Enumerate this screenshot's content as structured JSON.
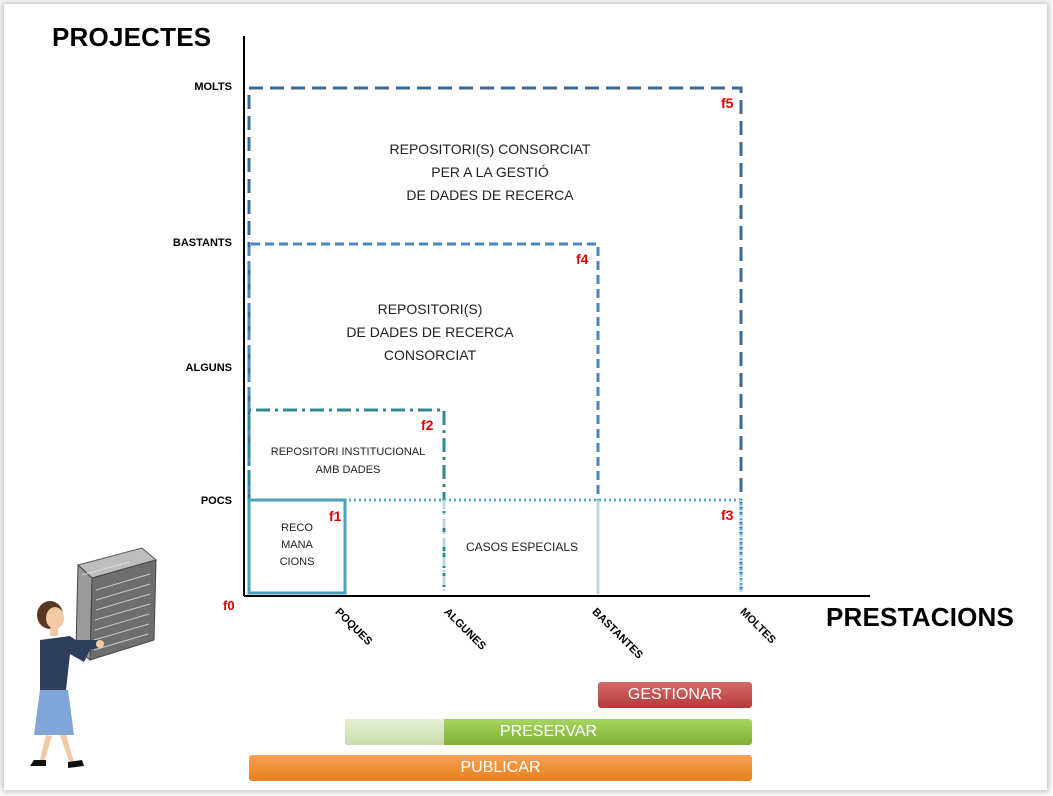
{
  "axes": {
    "y_title": "PROJECTES",
    "x_title": "PRESTACIONS",
    "origin": "f0",
    "y_ticks": [
      "MOLTS",
      "BASTANTS",
      "ALGUNS",
      "POCS"
    ],
    "x_ticks": [
      "POQUES",
      "ALGUNES",
      "BASTANTES",
      "MOLTES"
    ]
  },
  "frames": {
    "f1": "f1",
    "f2": "f2",
    "f3": "f3",
    "f4": "f4",
    "f5": "f5"
  },
  "regions": {
    "f5": "REPOSITORI(S) CONSORCIAT\nPER A LA GESTIÓ\nDE DADES DE RECERCA",
    "f4": "REPOSITORI(S)\nDE DADES DE RECERCA\nCONSORCIAT",
    "f2": "REPOSITORI INSTITUCIONAL\nAMB DADES",
    "f1": "RECO\nMANA\nCIONS",
    "f3": "CASOS ESPECIALS"
  },
  "bars": {
    "gestionar": "GESTIONAR",
    "preservar": "PRESERVAR",
    "publicar": "PUBLICAR"
  },
  "colors": {
    "f5": "#3b6a94",
    "f4": "#4f86c0",
    "f2": "#2d8a94",
    "f1": "#4aa0be",
    "f3": "#5aaec8",
    "red_bar": "#c84646",
    "green_bar": "#8cc641",
    "green_light": "#d6e8b8",
    "orange_bar": "#f08a2c"
  },
  "illustration": "person-carrying-newspaper-cube"
}
